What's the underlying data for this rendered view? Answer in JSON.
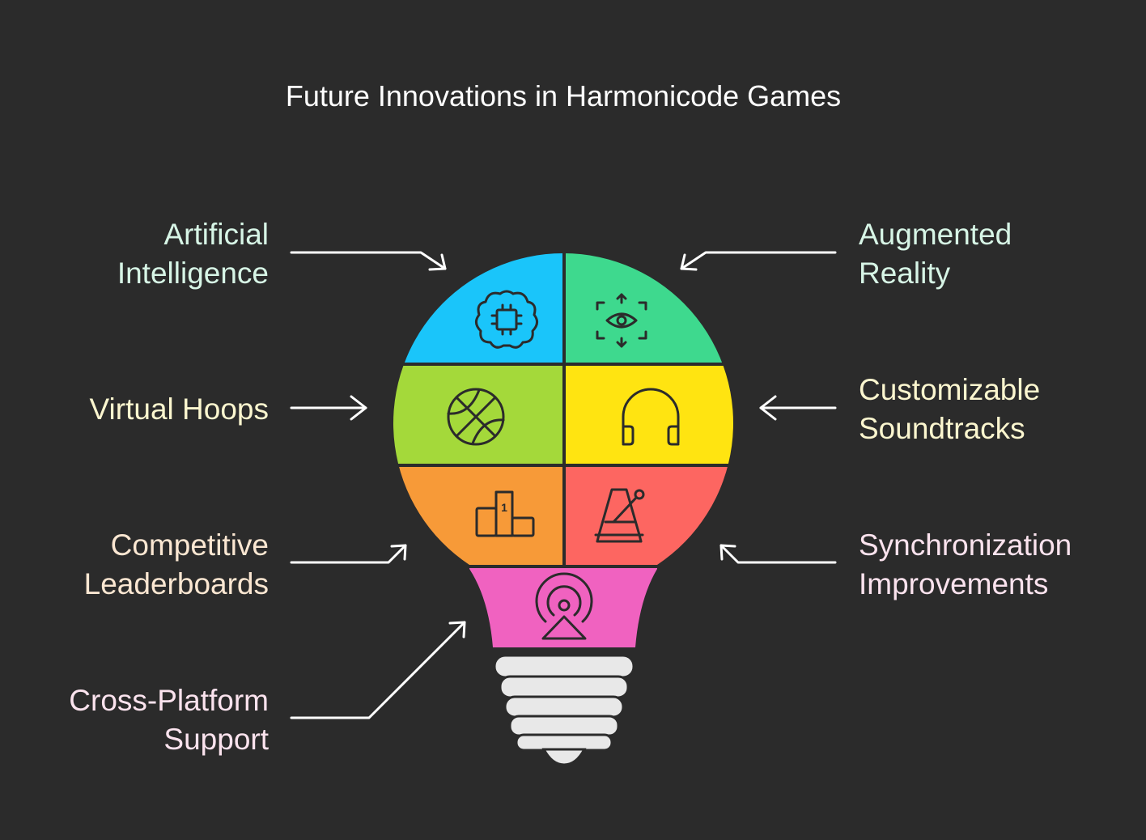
{
  "title": "Future Innovations in Harmonicode Games",
  "colors": {
    "background": "#2b2b2b",
    "outline": "#2b2b2b",
    "icon": "#2b2b2b",
    "text_white": "#ffffff",
    "text_green": "#d7f5e6",
    "text_yellow": "#fbf6cf",
    "text_orange": "#fbe7d2",
    "text_pink": "#fbe3ee",
    "segment_blue": "#1ac5fa",
    "segment_green": "#3ed98e",
    "segment_lime": "#a4d93a",
    "segment_yellow": "#ffe411",
    "segment_orange": "#f79a38",
    "segment_red": "#fd6661",
    "segment_pink": "#f062c0",
    "base": "#e8e8e8"
  },
  "items": {
    "ai": {
      "line1": "Artificial",
      "line2": "Intelligence",
      "icon": "brain-chip-icon",
      "color": "segment_blue"
    },
    "ar": {
      "line1": "Augmented",
      "line2": "Reality",
      "icon": "eye-scan-icon",
      "color": "segment_green"
    },
    "hoops": {
      "line1": "Virtual Hoops",
      "icon": "basketball-icon",
      "color": "segment_lime"
    },
    "soundtracks": {
      "line1": "Customizable",
      "line2": "Soundtracks",
      "icon": "headphones-icon",
      "color": "segment_yellow"
    },
    "leaderboards": {
      "line1": "Competitive",
      "line2": "Leaderboards",
      "icon": "podium-icon",
      "color": "segment_orange"
    },
    "sync": {
      "line1": "Synchronization",
      "line2": "Improvements",
      "icon": "metronome-icon",
      "color": "segment_red"
    },
    "crossplatform": {
      "line1": "Cross-Platform",
      "line2": "Support",
      "icon": "broadcast-icon",
      "color": "segment_pink"
    }
  },
  "podium_number": "1"
}
